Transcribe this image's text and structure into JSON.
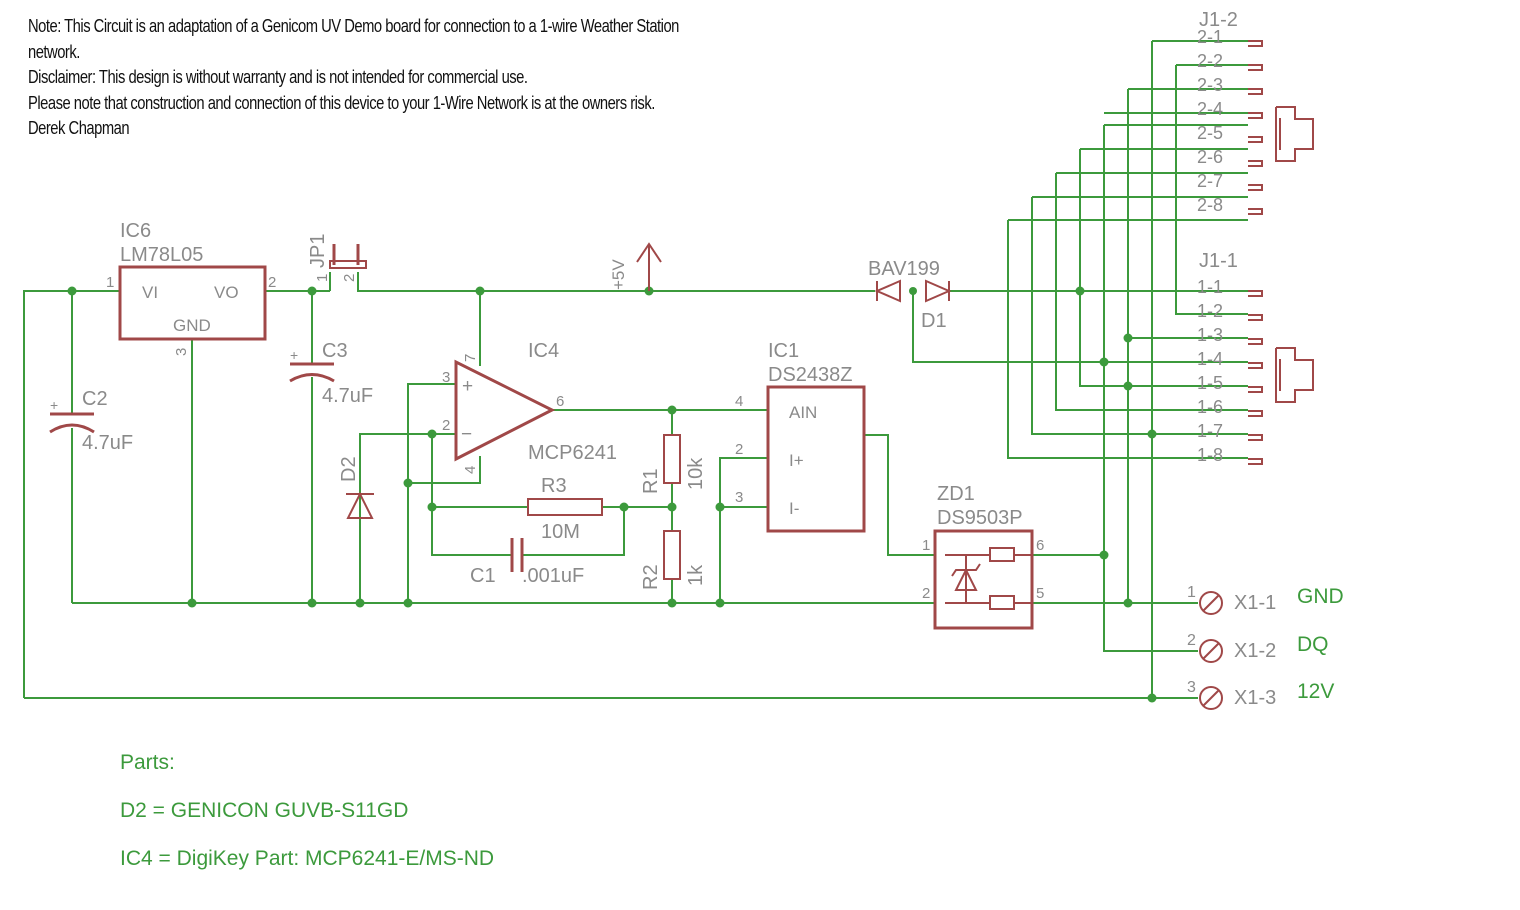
{
  "notes": {
    "line1": "Note: This Circuit is an adaptation of a Genicom UV Demo board  for connection to a 1-wire Weather Station",
    "line2": "network.",
    "line3": "Disclaimer: This design is without warranty and is not intended for commercial use.",
    "line4": "Please note that construction and connection of this device to your 1-Wire Network is at the owners risk.",
    "line5": "Derek Chapman"
  },
  "parts": {
    "title": "Parts:",
    "line1": "D2 = GENICON GUVB-S11GD",
    "line2": "IC4 = DigiKey Part: MCP6241-E/MS-ND"
  },
  "components": {
    "ic6": {
      "name": "IC6",
      "value": "LM78L05",
      "vi": "VI",
      "vo": "VO",
      "gnd": "GND",
      "p1": "1",
      "p2": "2",
      "p3": "3"
    },
    "jp1": {
      "name": "JP1",
      "p1": "1",
      "p2": "2"
    },
    "c2": {
      "name": "C2",
      "value": "4.7uF"
    },
    "c3": {
      "name": "C3",
      "value": "4.7uF"
    },
    "supply": {
      "name": "+5V"
    },
    "ic4": {
      "name": "IC4",
      "value": "MCP6241",
      "p3": "3",
      "p2": "2",
      "p7": "7",
      "p4": "4",
      "p6": "6",
      "plus": "+",
      "minus": "−"
    },
    "d2": {
      "name": "D2"
    },
    "r3": {
      "name": "R3",
      "value": "10M"
    },
    "c1": {
      "name": "C1",
      "value": ".001uF"
    },
    "r1": {
      "name": "R1",
      "value": "10k"
    },
    "r2": {
      "name": "R2",
      "value": "1k"
    },
    "ic1": {
      "name": "IC1",
      "value": "DS2438Z",
      "ain": "AIN",
      "iplus": "I+",
      "iminus": "I-",
      "p4": "4",
      "p2": "2",
      "p3": "3"
    },
    "bav": {
      "name": "BAV199",
      "d1": "D1"
    },
    "zd1": {
      "name": "ZD1",
      "value": "DS9503P",
      "p1": "1",
      "p2": "2",
      "p5": "5",
      "p6": "6"
    },
    "j12": {
      "name": "J1-2",
      "pins": [
        "2-1",
        "2-2",
        "2-3",
        "2-4",
        "2-5",
        "2-6",
        "2-7",
        "2-8"
      ]
    },
    "j11": {
      "name": "J1-1",
      "pins": [
        "1-1",
        "1-2",
        "1-3",
        "1-4",
        "1-5",
        "1-6",
        "1-7",
        "1-8"
      ]
    },
    "x1": [
      {
        "num": "1",
        "name": "X1-1",
        "net": "GND"
      },
      {
        "num": "2",
        "name": "X1-2",
        "net": "DQ"
      },
      {
        "num": "3",
        "name": "X1-3",
        "net": "12V"
      }
    ]
  }
}
